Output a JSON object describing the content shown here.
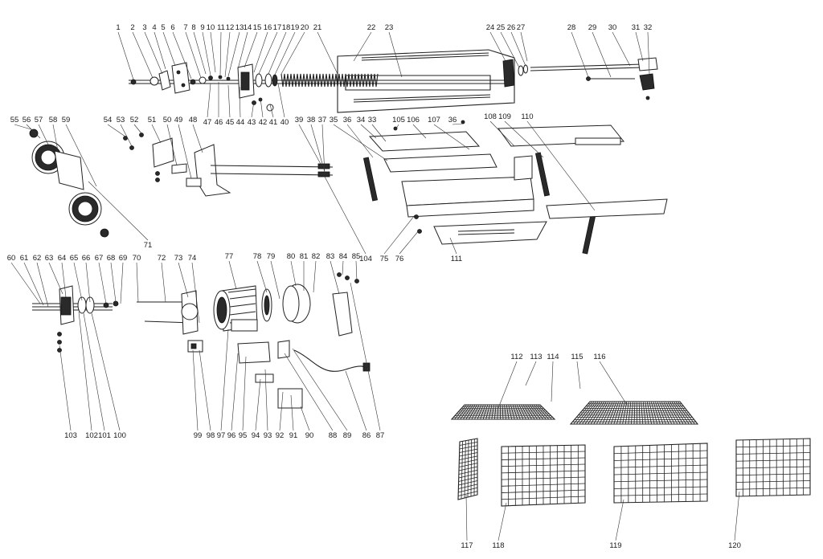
{
  "colors": {
    "ink": "#222222",
    "paper": "#ffffff",
    "fill": "#8a8a8a"
  },
  "labels": {
    "1": "1",
    "2": "2",
    "3": "3",
    "4": "4",
    "5": "5",
    "6": "6",
    "7": "7",
    "8": "8",
    "9": "9",
    "10": "10",
    "11": "11",
    "12": "12",
    "13": "13",
    "14": "14",
    "15": "15",
    "16": "16",
    "17": "17",
    "18": "18",
    "19": "19",
    "20": "20",
    "21": "21",
    "22": "22",
    "23": "23",
    "24": "24",
    "25": "25",
    "26": "26",
    "27": "27",
    "28": "28",
    "29": "29",
    "30": "30",
    "31": "31",
    "32": "32",
    "33": "33",
    "34": "34",
    "35": "35",
    "36": "36",
    "37": "37",
    "38": "38",
    "39": "39",
    "40": "40",
    "41": "41",
    "42": "42",
    "43": "43",
    "44": "44",
    "45": "45",
    "46": "46",
    "47": "47",
    "48": "48",
    "49": "49",
    "50": "50",
    "51": "51",
    "52": "52",
    "53": "53",
    "54": "54",
    "55": "55",
    "56": "56",
    "57": "57",
    "58": "58",
    "59": "59",
    "60": "60",
    "61": "61",
    "62": "62",
    "63": "63",
    "64": "64",
    "65": "65",
    "66": "66",
    "67": "67",
    "68": "68",
    "69": "69",
    "70": "70",
    "71": "71",
    "72": "72",
    "73": "73",
    "74": "74",
    "75": "75",
    "76": "76",
    "77": "77",
    "78": "78",
    "79": "79",
    "80": "80",
    "81": "81",
    "82": "82",
    "83": "83",
    "84": "84",
    "85": "85",
    "86": "86",
    "87": "87",
    "88": "88",
    "89": "89",
    "90": "90",
    "91": "91",
    "92": "92",
    "93": "93",
    "94": "94",
    "95": "95",
    "96": "96",
    "97": "97",
    "98": "98",
    "99": "99",
    "100": "100",
    "101": "101",
    "102": "102",
    "103": "103",
    "104": "104",
    "105": "105",
    "106": "106",
    "107": "107",
    "108": "108",
    "109": "109",
    "110": "110",
    "111": "111",
    "112": "112",
    "113": "113",
    "114": "114",
    "115": "115",
    "116": "116",
    "117": "117",
    "118": "118",
    "119": "119",
    "120": "120"
  }
}
